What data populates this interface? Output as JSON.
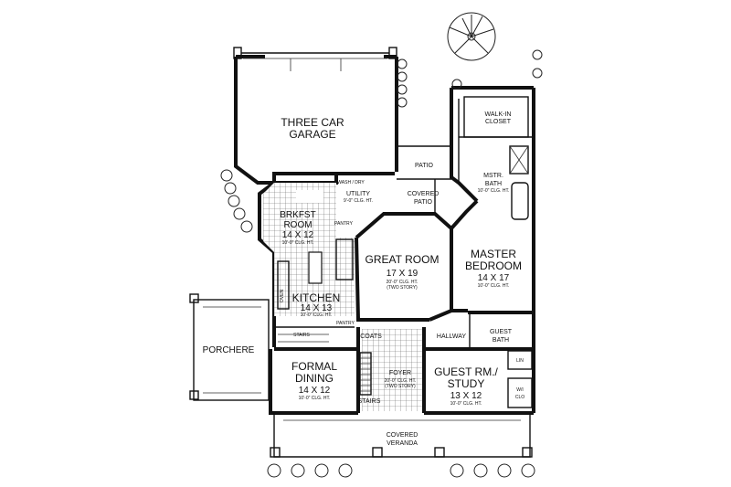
{
  "rooms": {
    "garage": {
      "title_1": "THREE CAR",
      "title_2": "GARAGE"
    },
    "patio": {
      "title": "PATIO"
    },
    "covered_patio": {
      "title_1": "COVERED",
      "title_2": "PATIO"
    },
    "walk_in_closet": {
      "title_1": "WALK-IN",
      "title_2": "CLOSET"
    },
    "master_bath": {
      "title_1": "MSTR.",
      "title_2": "BATH",
      "ceiling": "10'-0\" CLG. HT."
    },
    "utility": {
      "title": "UTILITY",
      "wash_dry": "WASH / DRY",
      "ceiling": "9'-0\" CLG. HT."
    },
    "breakfast": {
      "title_1": "BRKFST",
      "title_2": "ROOM",
      "size": "14 X 12",
      "ceiling": "10'-0\" CLG. HT."
    },
    "great_room": {
      "title": "GREAT ROOM",
      "size": "17 X 19",
      "ceiling": "20'-0\" CLG. HT.",
      "note": "(TWO STORY)"
    },
    "master_bedroom": {
      "title_1": "MASTER",
      "title_2": "BEDROOM",
      "size": "14 X 17",
      "ceiling": "10'-0\" CLG. HT."
    },
    "kitchen": {
      "title": "KITCHEN",
      "size": "14 X 13",
      "ceiling": "10'-0\" CLG. HT."
    },
    "pantry": {
      "title": "PANTRY"
    },
    "oven": {
      "title": "OVEN"
    },
    "tv": {
      "title": "T.V."
    },
    "stairs_upper": {
      "title": "STAIRS"
    },
    "coats": {
      "title": "COATS"
    },
    "pantry_small": {
      "title": "PANTRY"
    },
    "hallway": {
      "title": "HALLWAY"
    },
    "guest_bath": {
      "title_1": "GUEST",
      "title_2": "BATH"
    },
    "porchere": {
      "title": "PORCHERE"
    },
    "formal_dining": {
      "title_1": "FORMAL",
      "title_2": "DINING",
      "size": "14 X 12",
      "ceiling": "10'-0\" CLG. HT."
    },
    "foyer": {
      "title": "FOYER",
      "ceiling": "20'-0\" CLG. HT.",
      "note": "(TWO STORY)"
    },
    "stairs_lower": {
      "title": "STAIRS"
    },
    "guest_study": {
      "title_1": "GUEST RM./",
      "title_2": "STUDY",
      "size": "13 X 12",
      "ceiling": "10'-0\" CLG. HT."
    },
    "wic": {
      "title_1": "W/I",
      "title_2": "CLO"
    },
    "lin": {
      "title": "LIN"
    },
    "veranda": {
      "title_1": "COVERED",
      "title_2": "VERANDA"
    }
  },
  "colors": {
    "line": "#111111",
    "background": "#ffffff",
    "tile": "#555555"
  },
  "icons": [
    "tree-icon",
    "shrub-icon"
  ]
}
